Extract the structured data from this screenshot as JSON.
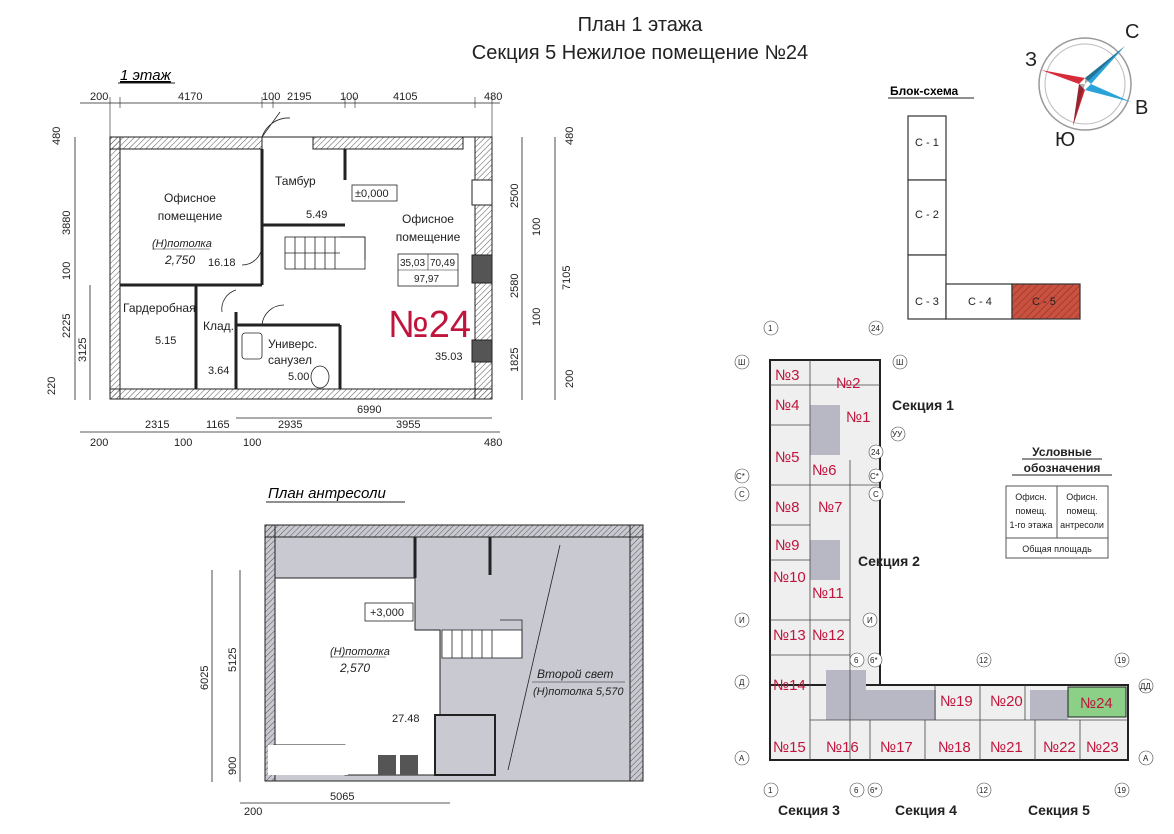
{
  "header": {
    "title_line1": "План 1 этажа",
    "title_line2": "Секция 5   Нежилое помещение №24"
  },
  "floor1": {
    "caption": "1 этаж",
    "dims_top": [
      "200",
      "4170",
      "100",
      "2195",
      "100",
      "4105",
      "480"
    ],
    "dims_bottom": [
      "2315",
      "1165",
      "2935",
      "3955"
    ],
    "dims_bottom2": [
      "200",
      "100",
      "100",
      "480"
    ],
    "dims_total": "6990",
    "dims_left": [
      "480",
      "3880",
      "100",
      "2225",
      "3125",
      "220"
    ],
    "dims_right": [
      "480",
      "2500",
      "100",
      "2580",
      "100",
      "1825",
      "200",
      "7105"
    ],
    "rooms": [
      {
        "name_l1": "Офисное",
        "name_l2": "помещение",
        "area": "16.18"
      },
      {
        "name_l1": "Тамбур",
        "area": "5.49"
      },
      {
        "name_l1": "Офисное",
        "name_l2": "помещение",
        "area": "35.03"
      },
      {
        "name_l1": "Гардеробная",
        "area": "5.15"
      },
      {
        "name_l1": "Клад.",
        "area": "3.64"
      },
      {
        "name_l1": "Универс.",
        "name_l2": "санузел",
        "area": "5.00"
      }
    ],
    "ceiling_label": "(Н)потолка",
    "ceiling_value": "2,750",
    "level_mark": "±0,000",
    "area_table": {
      "a": "35,03",
      "b": "70,49",
      "total": "97,97"
    },
    "unit_number": "№24"
  },
  "mezz": {
    "caption": "План антресоли",
    "level_mark": "+3,000",
    "ceiling_label": "(Н)потолка",
    "ceiling_value": "2,570",
    "area": "27.48",
    "second_light_l1": "Второй свет",
    "second_light_l2": "(Н)потолка 5,570",
    "dims_left": [
      "6025",
      "5125",
      "900"
    ],
    "dims_bottom": [
      "200",
      "5065"
    ]
  },
  "compass": {
    "n": "С",
    "w": "З",
    "e": "В",
    "s": "Ю"
  },
  "block_scheme": {
    "title": "Блок-схема",
    "sections": [
      "С - 1",
      "С - 2",
      "С - 3",
      "С - 4",
      "С - 5"
    ]
  },
  "site_plan": {
    "section_labels": [
      "Секция 1",
      "Секция 2",
      "Секция 3",
      "Секция 4",
      "Секция 5"
    ],
    "units": [
      "№3",
      "№2",
      "№4",
      "№1",
      "№5",
      "№6",
      "№8",
      "№7",
      "№9",
      "№10",
      "№11",
      "№13",
      "№12",
      "№14",
      "№19",
      "№20",
      "№24",
      "№15",
      "№16",
      "№17",
      "№18",
      "№21",
      "№22",
      "№23"
    ],
    "axes": [
      "1",
      "24",
      "Ш",
      "Ш",
      "УУ",
      "24",
      "С*",
      "С*",
      "С",
      "С",
      "И",
      "И",
      "Д",
      "6",
      "6*",
      "12",
      "19",
      "ДД",
      "А",
      "А",
      "1",
      "6",
      "6*",
      "12",
      "19"
    ],
    "legend_title_l1": "Условные",
    "legend_title_l2": "обозначения",
    "legend_col1": [
      "Офисн.",
      "помещ.",
      "1-го этажа"
    ],
    "legend_col2": [
      "Офисн.",
      "помещ.",
      "антресоли"
    ],
    "legend_total": "Общая площадь"
  },
  "colors": {
    "accent": "#c0143c",
    "grey_fill": "#c9c9d2",
    "highlight_green": "#8ccf86",
    "wall": "#222222",
    "section5_fill": "#c9513f"
  }
}
